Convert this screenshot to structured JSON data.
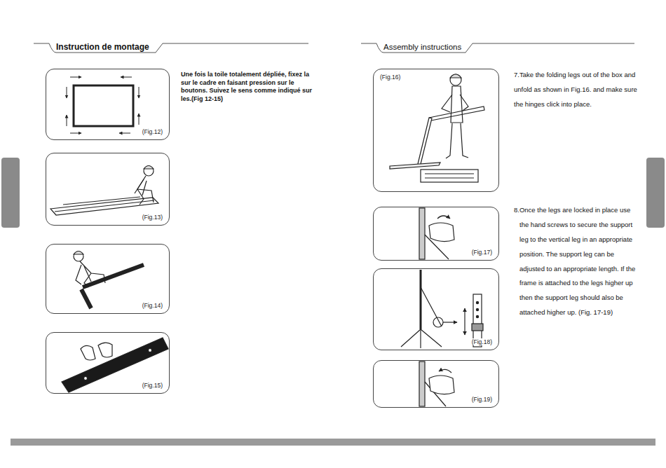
{
  "diagram": {
    "nodes": [
      {
        "text": [
          "(Fig.12)"
        ]
      },
      {
        "text": [
          "(Fig.13)"
        ]
      },
      {
        "text": [
          "(Fig.14)"
        ]
      },
      {
        "text": [
          "(Fig.15)"
        ]
      },
      {
        "text": [
          "(Fig.16)"
        ]
      },
      {
        "text": [
          "(Fig.17)"
        ]
      },
      {
        "text": [
          "(Fig.18)"
        ]
      },
      {
        "text": [
          "(Fig.19)"
        ]
      }
    ],
    "labels": [
      "Instruction de montage",
      "Une fois la toile totalement dépliée, fixez la sur le cadre en faisant pression sur le boutons. Suivez le sens comme indiqué sur les.(Fig 12-15)",
      "Assembly instructions",
      "7.Take the folding legs out of the box and unfold as shown in Fig.16. and make sure the hinges click into place.",
      "8.Once the legs are locked in place use the hand screws to secure the support leg to the vertical leg in an appropriate position. The support leg can be adjusted to an appropriate length. If the frame is attached to the legs higher up then the support leg should also be attached higher up. (Fig. 17-19)"
    ]
  }
}
